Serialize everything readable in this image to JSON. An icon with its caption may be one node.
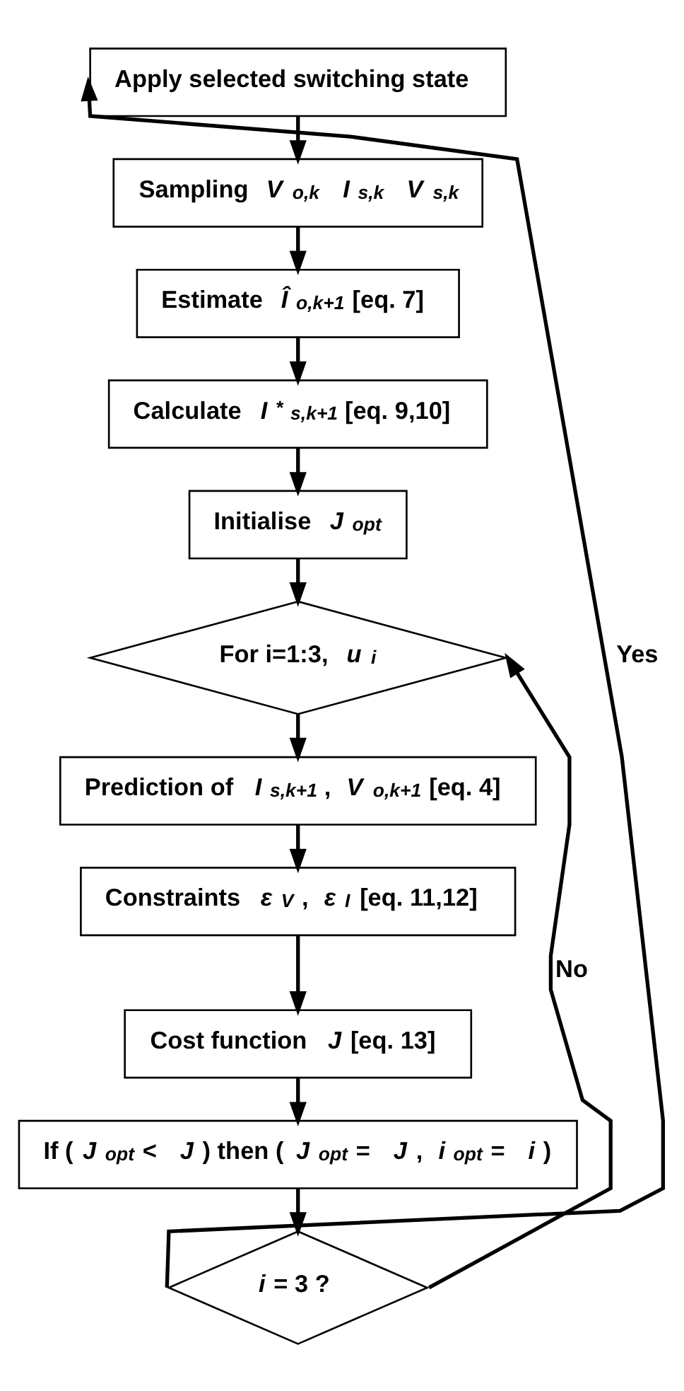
{
  "diagram": {
    "nodes": [
      {
        "text": [
          "Apply selected switching state"
        ]
      },
      {
        "text": [
          "Sampling *V*$_{o,k}$ *I*$_{s,k}$ *V*$_{s,k}$"
        ]
      },
      {
        "text": [
          "Estimate *Î*$_{o,k+1}$ [eq. 7]"
        ]
      },
      {
        "text": [
          "Calculate *I*$^{*}$$_{s,k+1}$ [eq. 9,10]"
        ]
      },
      {
        "text": [
          "Initialise *J*$_{opt}$"
        ]
      },
      {
        "text": [
          "For i=1:3, *u*$_{i}$"
        ]
      },
      {
        "text": [
          "Prediction of *I*$_{s,k+1}$, *V*$_{o,k+1}$ [eq. 4]"
        ]
      },
      {
        "text": [
          "Constraints *ε*$_{V}$, *ε*$_{I}$ [eq. 11,12]"
        ]
      },
      {
        "text": [
          "Cost function *J* [eq. 13]"
        ]
      },
      {
        "text": [
          "If (*J*$_{opt}$ < *J*) then (*J*$_{opt}$ = *J*, *i*$_{opt}$ = *i*)"
        ]
      },
      {
        "text": [
          "*i* = 3 ?"
        ]
      }
    ],
    "edges": [
      {
        "from": 0,
        "to": 1,
        "arrow": "to"
      },
      {
        "from": 1,
        "to": 2,
        "arrow": "to"
      },
      {
        "from": 2,
        "to": 3,
        "arrow": "to"
      },
      {
        "from": 3,
        "to": 4,
        "arrow": "to"
      },
      {
        "from": 4,
        "to": 5,
        "arrow": "to"
      },
      {
        "from": 5,
        "to": 6,
        "arrow": "to"
      },
      {
        "from": 6,
        "to": 7,
        "arrow": "to"
      },
      {
        "from": 7,
        "to": 8,
        "arrow": "to"
      },
      {
        "from": 8,
        "to": 9,
        "arrow": "to"
      },
      {
        "from": 9,
        "to": 10,
        "arrow": "to"
      },
      {
        "from": 10,
        "to": 5,
        "arrow": "to",
        "label": "No"
      },
      {
        "from": 10,
        "to": 0,
        "arrow": "to",
        "label": "Yes"
      }
    ]
  }
}
